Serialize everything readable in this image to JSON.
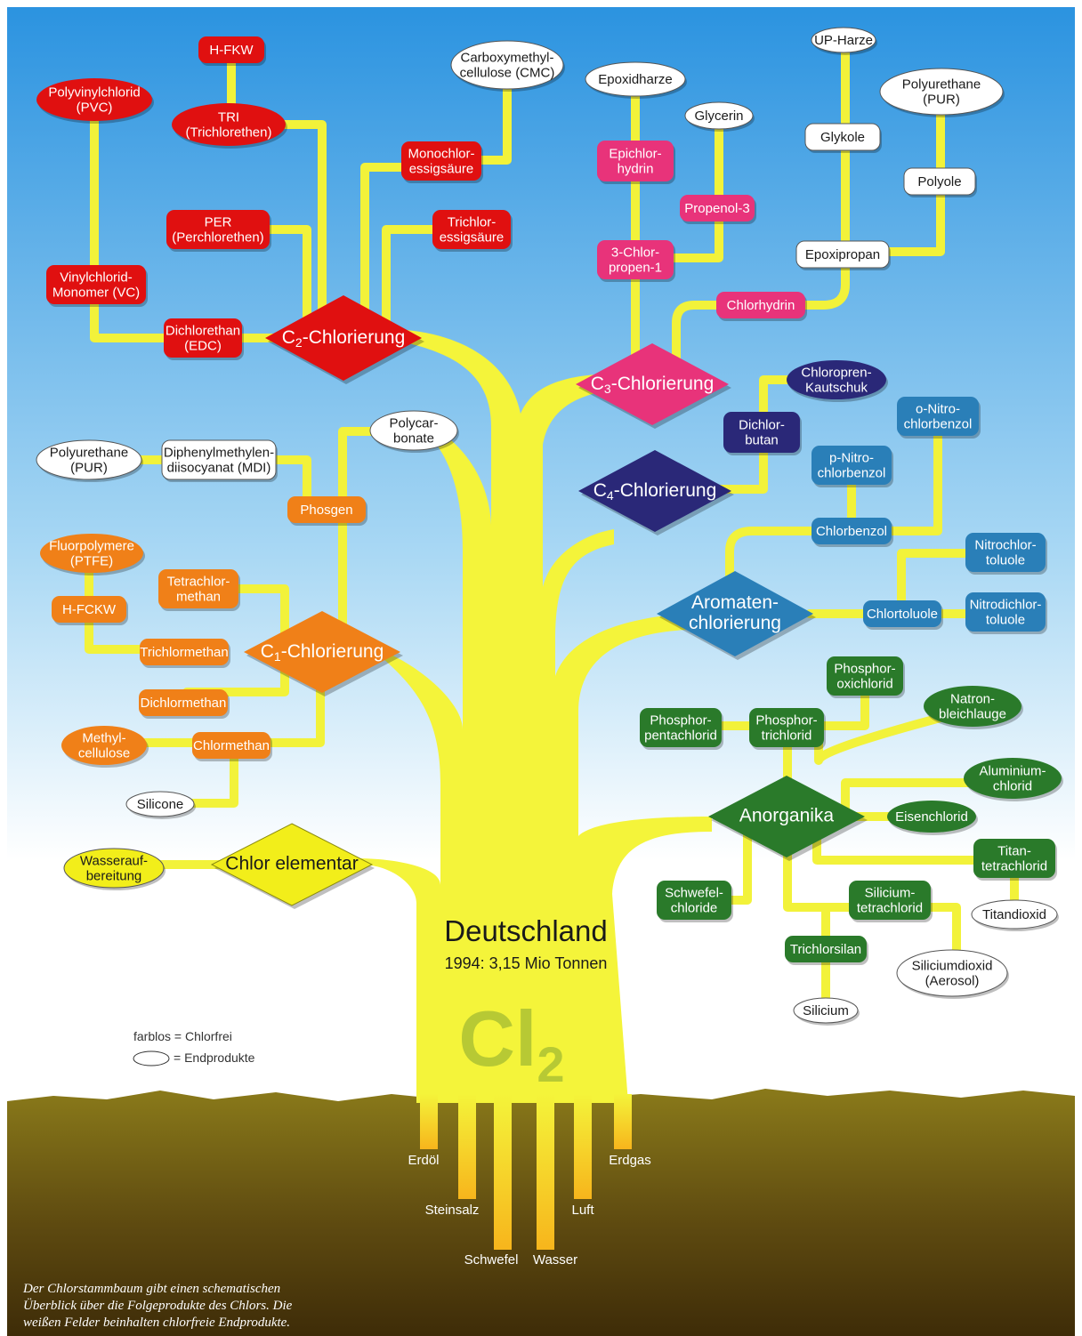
{
  "center": {
    "title": "Deutschland",
    "subtitle": "1994: 3,15 Mio Tonnen",
    "symbol": "Cl",
    "subscript": "2"
  },
  "legend": {
    "line1": "farblos = Chlorfrei",
    "line2": "= Endprodukte"
  },
  "caption": [
    "Der Chlorstammbaum gibt einen schematischen",
    "Überblick über die Folgeprodukte des Chlors. Die",
    "weißen Felder beinhalten chlorfreie Endprodukte."
  ],
  "roots": [
    "Erdöl",
    "Steinsalz",
    "Schwefel",
    "Wasser",
    "Luft",
    "Erdgas"
  ],
  "colors": {
    "sky_top": "#2b93e0",
    "ground": "#7a6a14",
    "trunk": "#f4f43a",
    "c2": "#e01010",
    "c3": "#e8337a",
    "c4": "#2a2878",
    "c1": "#f08018",
    "aromat": "#2a7fb8",
    "anorg": "#2a7a2a",
    "elementar": "#f2ee1a",
    "free": "#ffffff"
  },
  "hubs": {
    "c2": [
      "C",
      "2",
      "-Chlorierung"
    ],
    "c3": [
      "C",
      "3",
      "-Chlorierung"
    ],
    "c4": [
      "C",
      "4",
      "-Chlorierung"
    ],
    "c1": [
      "C",
      "1",
      "-Chlorierung"
    ],
    "aromat": [
      "Aromaten-",
      "chlorierung"
    ],
    "anorg": [
      "Anorganika"
    ],
    "elem": [
      "Chlor elementar"
    ]
  },
  "nodes": {
    "hfkw": [
      "H-FKW"
    ],
    "pvc": [
      "Polyvinylchlorid",
      "(PVC)"
    ],
    "tri": [
      "TRI",
      "(Trichlorethen)"
    ],
    "per": [
      "PER",
      "(Perchlorethen)"
    ],
    "vc": [
      "Vinylchlorid-",
      "Monomer (VC)"
    ],
    "edc": [
      "Dichlorethan",
      "(EDC)"
    ],
    "cmc": [
      "Carboxymethyl-",
      "cellulose (CMC)"
    ],
    "monochlor": [
      "Monochlor-",
      "essigsäure"
    ],
    "trichloress": [
      "Trichlor-",
      "essigsäure"
    ],
    "epoxidharze": [
      "Epoxidharze"
    ],
    "glycerin": [
      "Glycerin"
    ],
    "epichlor": [
      "Epichlor-",
      "hydrin"
    ],
    "propenol": [
      "Propenol-3"
    ],
    "chlorpropen": [
      "3-Chlor-",
      "propen-1"
    ],
    "upharze": [
      "UP-Harze"
    ],
    "pur_top": [
      "Polyurethane",
      "(PUR)"
    ],
    "glykole": [
      "Glykole"
    ],
    "polyole": [
      "Polyole"
    ],
    "epoxipropan": [
      "Epoxipropan"
    ],
    "chlorhydrin": [
      "Chlorhydrin"
    ],
    "chloropren": [
      "Chloropren-",
      "Kautschuk"
    ],
    "dichlorbutan": [
      "Dichlor-",
      "butan"
    ],
    "onitro": [
      "o-Nitro-",
      "chlorbenzol"
    ],
    "pnitro": [
      "p-Nitro-",
      "chlorbenzol"
    ],
    "chlorbenzol": [
      "Chlorbenzol"
    ],
    "nitrochlortol": [
      "Nitrochlor-",
      "toluole"
    ],
    "chlortoluole": [
      "Chlortoluole"
    ],
    "nitrodichlor": [
      "Nitrodichlor-",
      "toluole"
    ],
    "polycarb": [
      "Polycar-",
      "bonate"
    ],
    "pur_left": [
      "Polyurethane",
      "(PUR)"
    ],
    "mdi": [
      "Diphenylmethylen-",
      "diisocyanat (MDI)"
    ],
    "phosgen": [
      "Phosgen"
    ],
    "ptfe": [
      "Fluorpolymere",
      "(PTFE)"
    ],
    "tetrachlor": [
      "Tetrachlor-",
      "methan"
    ],
    "hfckw": [
      "H-FCKW"
    ],
    "trichlormethan": [
      "Trichlormethan"
    ],
    "dichlormethan": [
      "Dichlormethan"
    ],
    "methylcell": [
      "Methyl-",
      "cellulose"
    ],
    "chlormethan": [
      "Chlormethan"
    ],
    "silicone": [
      "Silicone"
    ],
    "wasser": [
      "Wasserauf-",
      "bereitung"
    ],
    "phosoxi": [
      "Phosphor-",
      "oxichlorid"
    ],
    "natron": [
      "Natron-",
      "bleichlauge"
    ],
    "phospenta": [
      "Phosphor-",
      "pentachlorid"
    ],
    "phostri": [
      "Phosphor-",
      "trichlorid"
    ],
    "alu": [
      "Aluminium-",
      "chlorid"
    ],
    "eisen": [
      "Eisenchlorid"
    ],
    "titan": [
      "Titan-",
      "tetrachlorid"
    ],
    "titandioxid": [
      "Titandioxid"
    ],
    "schwefel": [
      "Schwefel-",
      "chloride"
    ],
    "silicium_tet": [
      "Silicium-",
      "tetrachlorid"
    ],
    "siliciumdioxid": [
      "Siliciumdioxid",
      "(Aerosol)"
    ],
    "trichlorsilan": [
      "Trichlorsilan"
    ],
    "silicium": [
      "Silicium"
    ]
  }
}
